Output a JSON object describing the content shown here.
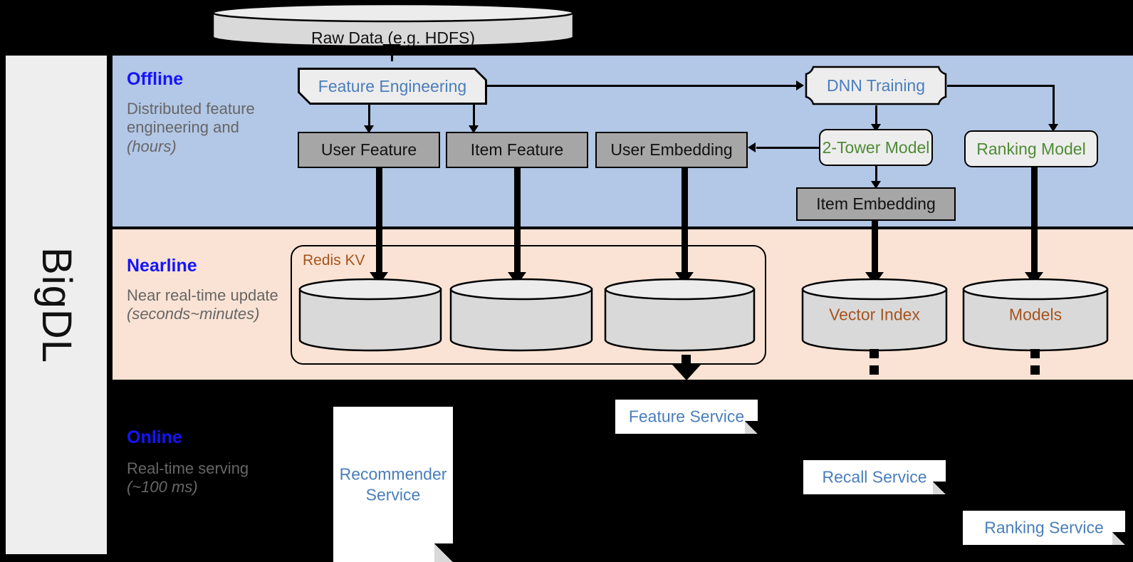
{
  "framework": {
    "name": "BigDL"
  },
  "source": {
    "label": "Raw Data (e.g. HDFS)"
  },
  "bands": {
    "offline": {
      "title": "Offline",
      "description": "Distributed feature engineering and ",
      "latency": "(hours)"
    },
    "nearline": {
      "title": "Nearline",
      "description": "Near real-time update ",
      "latency": "(seconds~minutes)"
    },
    "online": {
      "title": "Online",
      "description": "Real-time serving ",
      "latency": "(~100 ms)"
    }
  },
  "offline": {
    "feature_engineering": "Feature Engineering",
    "dnn_training": "DNN Training",
    "user_feature": "User Feature",
    "item_feature": "Item Feature",
    "user_embedding": "User Embedding",
    "two_tower_model": "2-Tower Model",
    "ranking_model": "Ranking Model",
    "item_embedding": "Item Embedding"
  },
  "nearline": {
    "redis_label": "Redis KV",
    "stores": [
      {
        "label": ""
      },
      {
        "label": ""
      },
      {
        "label": ""
      }
    ],
    "vector_index": "Vector Index",
    "models": "Models"
  },
  "online": {
    "recommender_service": "Recommender Service",
    "feature_service": "Feature Service",
    "recall_service": "Recall Service",
    "ranking_service": "Ranking Service"
  },
  "colors": {
    "offline_band": "#b3c7e6",
    "nearline_band": "#fae3d4",
    "online_band": "#000000",
    "rail": "#eeeeee",
    "band_title": "#1414ff",
    "blue_text": "#4a7ebb",
    "green_text": "#4f8a35",
    "brown_text": "#a5541f",
    "gray_box": "#a6a6a6",
    "proc_box": "#ededed"
  }
}
